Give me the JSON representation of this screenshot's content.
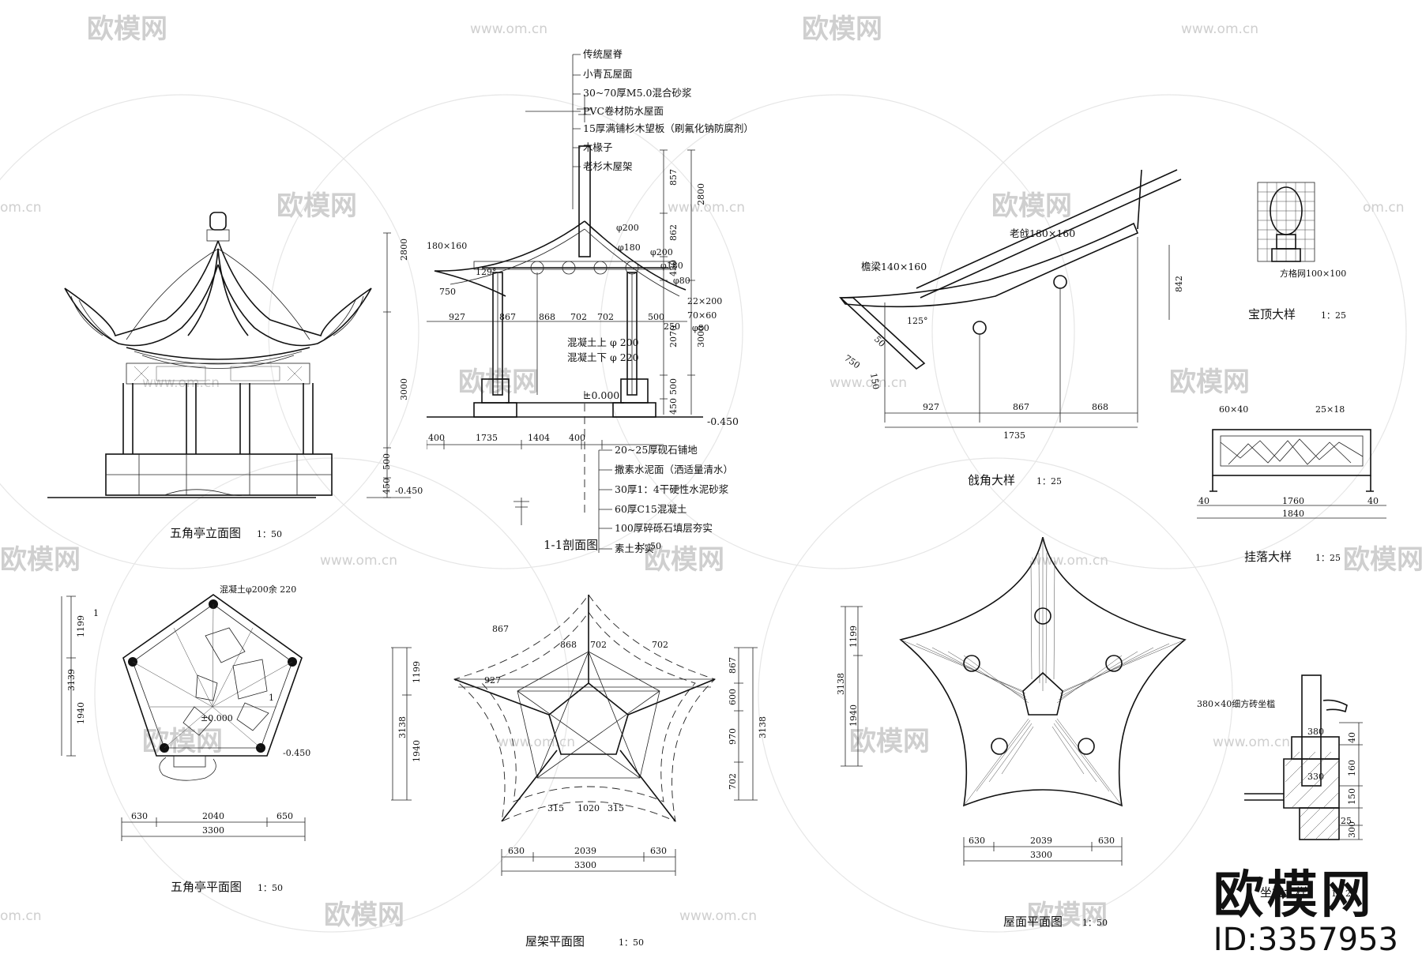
{
  "watermark": {
    "logo_text": "欧模网",
    "url_text": "www.om.cn",
    "short_url": "om.cn"
  },
  "badge": {
    "brand": "欧模网",
    "id_label": "ID:3357953"
  },
  "elevation": {
    "caption": "五角亭立面图",
    "scale": "1：50",
    "dims": {
      "roof": "2800",
      "column": "3000",
      "base": "500",
      "foot": "450",
      "level": "-0.450"
    }
  },
  "section": {
    "caption": "1-1剖面图",
    "scale": "1：50",
    "cut_mark": "1",
    "roof_layers": [
      "传统屋脊",
      "小青瓦屋面",
      "30~70厚M5.0混合砂浆",
      "PVC卷材防水屋面",
      "15厚满铺杉木望板（刷氟化钠防腐剂）",
      "木椽子",
      "老杉木屋架"
    ],
    "floor_layers": [
      "20~25厚砚石铺地",
      "撒素水泥面（洒适量清水）",
      "30厚1：4干硬性水泥砂浆",
      "60厚C15混凝土",
      "100厚碎砾石填层夯实",
      "素土夯实"
    ],
    "members": {
      "p200a": "φ200",
      "p180a": "φ180",
      "p200b": "φ200",
      "p180b": "φ180",
      "p80a": "φ80",
      "r22": "22×200",
      "r70": "70×60",
      "p80b": "φ80",
      "beam": "180×160",
      "angle": "129°",
      "eave": "750"
    },
    "columns": {
      "upper": "混凝土上 φ 200",
      "lower": "混凝土下 φ 220"
    },
    "level0": "±0.000",
    "level1": "-0.450",
    "h_dims": [
      "927",
      "867",
      "868",
      "702",
      "702",
      "500",
      "250"
    ],
    "base_dims": [
      "400",
      "1735",
      "1404",
      "400"
    ],
    "v_dims": [
      "857",
      "2800",
      "862",
      "430",
      "2070",
      "3000",
      "500",
      "450"
    ]
  },
  "corner": {
    "caption": "戗角大样",
    "scale": "1：25",
    "labels": {
      "beam1": "檐梁140×160",
      "beam2": "老戗180×160",
      "angle": "125°",
      "a": "50",
      "b": "750",
      "c": "150",
      "h": "842"
    },
    "dims": [
      "927",
      "867",
      "868"
    ],
    "total": "1735"
  },
  "finial": {
    "caption": "宝顶大样",
    "scale": "1：25",
    "grid": "方格网100×100"
  },
  "railing": {
    "caption": "挂落大样",
    "scale": "1：25",
    "labels": {
      "a": "60×40",
      "b": "25×18"
    },
    "dims": [
      "40",
      "1760",
      "40"
    ],
    "total": "1840"
  },
  "plan": {
    "caption": "五角亭平面图",
    "scale": "1：50",
    "note": "混凝土φ200余 220",
    "mark_a": "1",
    "mark_b": "1",
    "level0": "±0.000",
    "level1": "-0.450",
    "v_dims": [
      "1199",
      "1940"
    ],
    "v_total": "3139",
    "dims": [
      "630",
      "2040",
      "650"
    ],
    "total": "3300"
  },
  "frame": {
    "caption": "屋架平面图",
    "scale": "1：50",
    "labels": [
      "867",
      "868",
      "702",
      "702",
      "927"
    ],
    "inner": [
      "315",
      "1020",
      "315"
    ],
    "left_dims": [
      "1199",
      "1940"
    ],
    "left_total": "3138",
    "right_dims": [
      "867",
      "600",
      "970",
      "702"
    ],
    "right_total": "3138",
    "dims": [
      "630",
      "2039",
      "630"
    ],
    "total": "3300"
  },
  "roofplan": {
    "caption": "屋面平面图",
    "scale": "1：50",
    "v_dims": [
      "1199",
      "1940"
    ],
    "v_total": "3138",
    "dims": [
      "630",
      "2039",
      "630"
    ],
    "total": "3300"
  },
  "sill": {
    "caption": "坐槛大样",
    "scale": "1：25",
    "note": "380×40细方砖坐槛",
    "labels": [
      "380",
      "330",
      "40",
      "160",
      "150",
      "25",
      "300"
    ]
  }
}
